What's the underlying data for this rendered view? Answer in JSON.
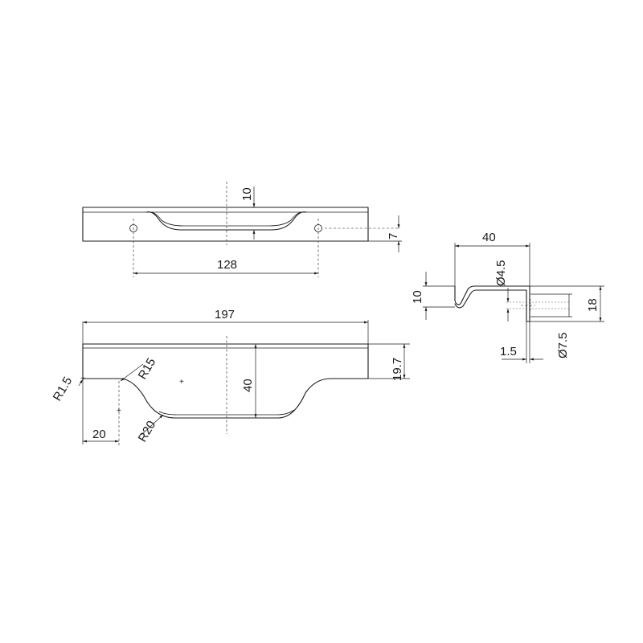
{
  "dimensions": {
    "top_view": {
      "height_10": "10",
      "offset_7": "7",
      "hole_spacing": "128"
    },
    "front_view": {
      "length": "197",
      "height": "40",
      "notch_19_7": "19.7",
      "radius_r1_5": "R1.5",
      "radius_r15": "R15",
      "radius_r20": "R20",
      "edge_20": "20"
    },
    "side_view": {
      "depth_40": "40",
      "hole_4_5": "Ø4.5",
      "lip_10": "10",
      "height_18": "18",
      "thickness_1_5": "1.5",
      "counterbore_7_5": "Ø7.5"
    }
  },
  "colors": {
    "line": "#1a1a1a",
    "background": "#ffffff"
  }
}
